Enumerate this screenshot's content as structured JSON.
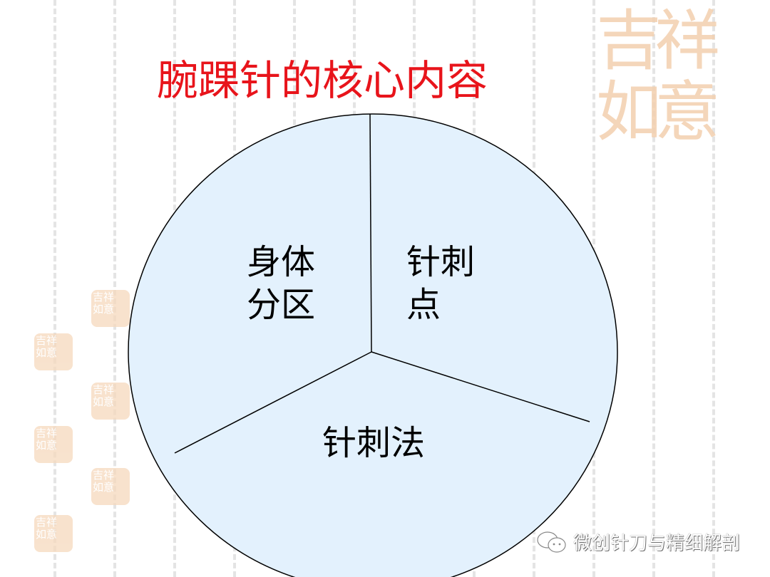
{
  "slide": {
    "title": "腕踝针的核心内容",
    "segments": [
      {
        "label_line1": "身体",
        "label_line2": "分区"
      },
      {
        "label_line1": "针刺",
        "label_line2": "点"
      },
      {
        "label_line1": "针刺法",
        "label_line2": ""
      }
    ],
    "watermark_seal_text": "吉祥如意",
    "colors": {
      "title": "#e8141b",
      "segment_fill": "#e3f1fd",
      "outline": "#000000",
      "seal": "#f6d9bd"
    }
  },
  "footer": {
    "account_name": "微创针刀与精细解剖",
    "icon": "wechat-icon"
  }
}
